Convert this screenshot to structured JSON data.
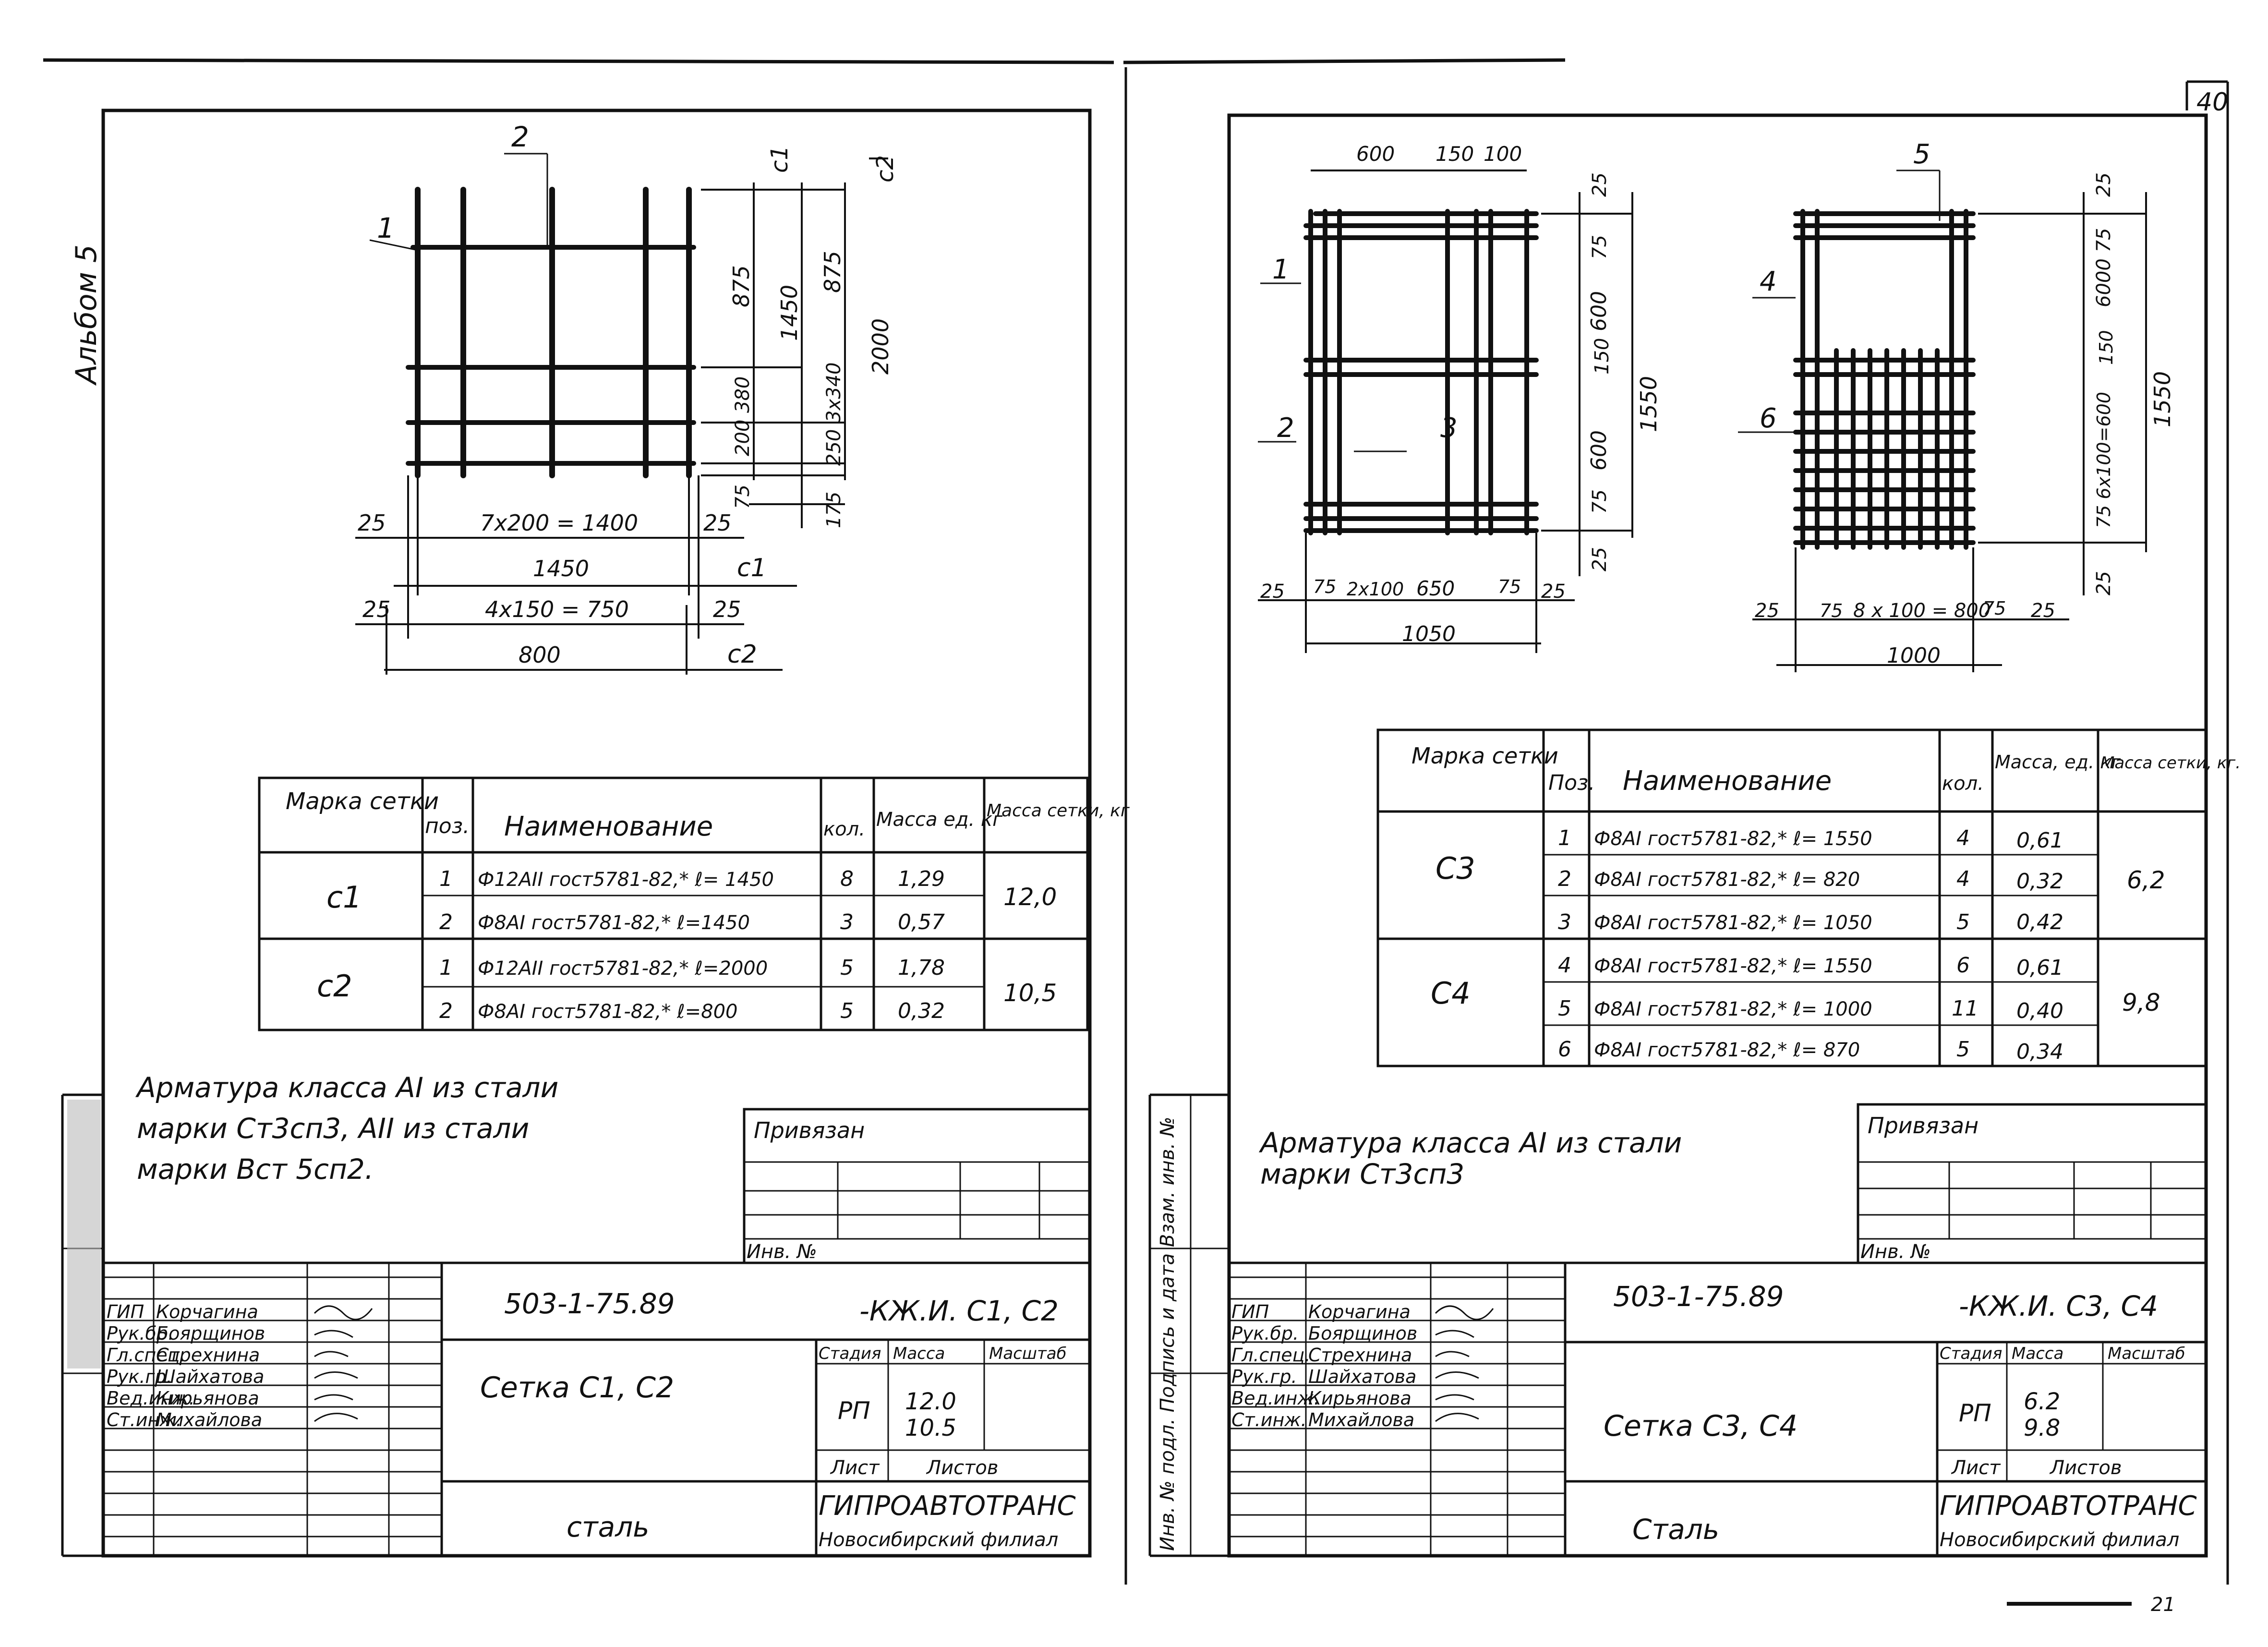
{
  "page_number": "40",
  "album": "Альбом 5",
  "bottom_right_mark": "21",
  "left_sheet": {
    "dims": {
      "mark2": "2",
      "mark1": "1",
      "c1": "с1",
      "c2": "с2",
      "v875a": "875",
      "v1450": "1450",
      "v875b": "875",
      "v2000": "2000",
      "v200": "200",
      "v380": "380",
      "v250": "250",
      "v3x340": "3x340",
      "v75": "75",
      "v175": "175",
      "h25a": "25",
      "h7x200": "7x200 = 1400",
      "h25b": "25",
      "h1450": "1450",
      "hc1": "с1",
      "h25c": "25",
      "h4x150": "4x150 = 750",
      "h25d": "25",
      "h800": "800",
      "hc2": "с2"
    },
    "table": {
      "headers": [
        "Марка сетки",
        "поз.",
        "Наименование",
        "кол.",
        "Масса ед. кг",
        "Масса сетки, кг"
      ],
      "rows": [
        {
          "mark": "с1",
          "pos": "1",
          "name": "Ф12АII гост5781-82,* ℓ= 1450",
          "qty": "8",
          "mass": "1,29",
          "total": "12,0"
        },
        {
          "mark": "",
          "pos": "2",
          "name": "Ф8АI гост5781-82,* ℓ=1450",
          "qty": "3",
          "mass": "0,57",
          "total": ""
        },
        {
          "mark": "с2",
          "pos": "1",
          "name": "Ф12АII гост5781-82,* ℓ=2000",
          "qty": "5",
          "mass": "1,78",
          "total": "10,5"
        },
        {
          "mark": "",
          "pos": "2",
          "name": "Ф8АI гост5781-82,* ℓ=800",
          "qty": "5",
          "mass": "0,32",
          "total": ""
        }
      ]
    },
    "note": [
      "Арматура класса АI из стали",
      "марки Ст3сп3, АII из стали",
      "марки Вст 5сп2."
    ],
    "privyazan": "Привязан",
    "inv_no": "Инв. №",
    "title_block": {
      "code": "503-1-75.89",
      "suffix": "-КЖ.И. С1, С2",
      "title": "Сетка С1, С2",
      "material": "сталь",
      "stage_label": "Стадия",
      "mass_label": "Масса",
      "scale_label": "Масштаб",
      "stage": "РП",
      "mass1": "12.0",
      "mass2": "10.5",
      "sheet_label": "Лист",
      "sheets_label": "Листов",
      "org1": "ГИПРОАВТОТРАНС",
      "org2": "Новосибирский филиал",
      "roles": [
        "ГИП",
        "Рук.бр.",
        "Гл.спец.",
        "Рук.гр.",
        "Вед.инж.",
        "Ст.инж."
      ],
      "names": [
        "Корчагина",
        "Боярщинов",
        "Стрехнина",
        "Шайхатова",
        "Кирьянова",
        "Михайлова"
      ]
    }
  },
  "right_sheet": {
    "dims": {
      "t600": "600",
      "t150": "150",
      "t100": "100",
      "m1": "1",
      "m2": "2",
      "m3": "3",
      "r25a": "25",
      "r75a": "75",
      "r600a": "600",
      "r150": "150",
      "r600b": "600",
      "r75b": "75",
      "r1550": "1550",
      "r25b": "25",
      "b25a": "25",
      "b75a": "75",
      "b2x100": "2x100",
      "b650": "650",
      "b75b": "75",
      "b25b": "25",
      "b1050": "1050",
      "m5": "5",
      "m4": "4",
      "m6": "6",
      "s25a": "25",
      "s6000": "6000 75",
      "s150": "150",
      "s6x100": "75 6x100=600",
      "s1550": "1550",
      "s25b": "25",
      "c25a": "25",
      "c75a": "75",
      "c8x100": "8 x 100 = 800",
      "c75b": "75",
      "c25b": "25",
      "c1000": "1000"
    },
    "table": {
      "headers": [
        "Марка сетки",
        "Поз.",
        "Наименование",
        "кол.",
        "Масса, ед. кг",
        "Масса сетки, кг."
      ],
      "rows": [
        {
          "mark": "С3",
          "pos": "1",
          "name": "Ф8АI гост5781-82,* ℓ= 1550",
          "qty": "4",
          "mass": "0,61",
          "total": "6,2"
        },
        {
          "mark": "",
          "pos": "2",
          "name": "Ф8АI гост5781-82,* ℓ= 820",
          "qty": "4",
          "mass": "0,32",
          "total": ""
        },
        {
          "mark": "",
          "pos": "3",
          "name": "Ф8АI гост5781-82,* ℓ= 1050",
          "qty": "5",
          "mass": "0,42",
          "total": ""
        },
        {
          "mark": "С4",
          "pos": "4",
          "name": "Ф8АI гост5781-82,* ℓ= 1550",
          "qty": "6",
          "mass": "0,61",
          "total": "9,8"
        },
        {
          "mark": "",
          "pos": "5",
          "name": "Ф8АI гост5781-82,* ℓ= 1000",
          "qty": "11",
          "mass": "0,40",
          "total": ""
        },
        {
          "mark": "",
          "pos": "6",
          "name": "Ф8АI гост5781-82,* ℓ= 870",
          "qty": "5",
          "mass": "0,34",
          "total": ""
        }
      ]
    },
    "note": [
      "Арматура класса АI из стали",
      "марки Ст3сп3"
    ],
    "privyazan": "Привязан",
    "inv_no": "Инв. №",
    "side_stamp": "Инв. № подл. Подпись и дата Взам. инв. №",
    "title_block": {
      "code": "503-1-75.89",
      "suffix": "-КЖ.И. С3, С4",
      "title": "Сетка С3, С4",
      "material": "Сталь",
      "stage_label": "Стадия",
      "mass_label": "Масса",
      "scale_label": "Масштаб",
      "stage": "РП",
      "mass1": "6.2",
      "mass2": "9.8",
      "sheet_label": "Лист",
      "sheets_label": "Листов",
      "org1": "ГИПРОАВТОТРАНС",
      "org2": "Новосибирский филиал",
      "roles": [
        "ГИП",
        "Рук.бр.",
        "Гл.спец.",
        "Рук.гр.",
        "Вед.инж.",
        "Ст.инж."
      ],
      "names": [
        "Корчагина",
        "Боярщинов",
        "Стрехнина",
        "Шайхатова",
        "Кирьянова",
        "Михайлова"
      ]
    }
  }
}
